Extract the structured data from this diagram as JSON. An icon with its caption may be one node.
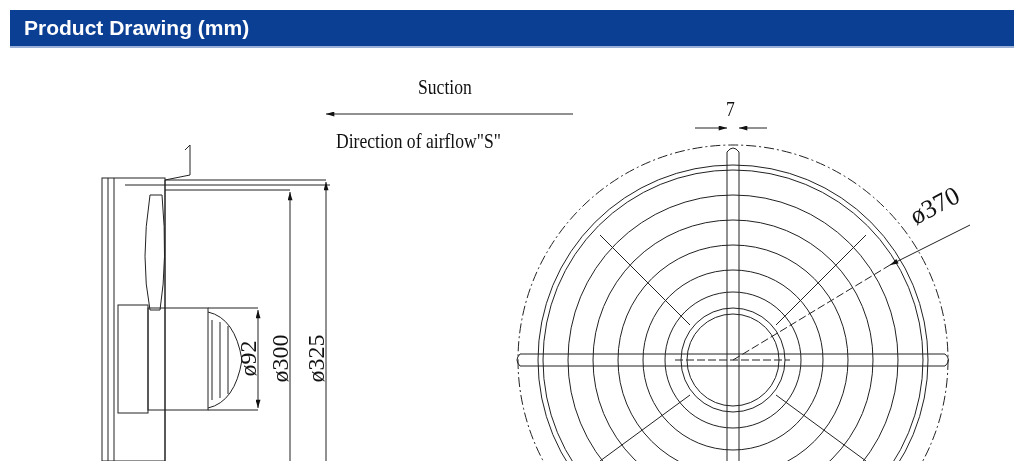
{
  "diagram": {
    "title": "Product Drawing (mm)",
    "labels": [
      "Suction",
      "Direction of airflow\"S\"",
      "7",
      "ø370",
      "ø92",
      "ø300",
      "ø325"
    ]
  }
}
